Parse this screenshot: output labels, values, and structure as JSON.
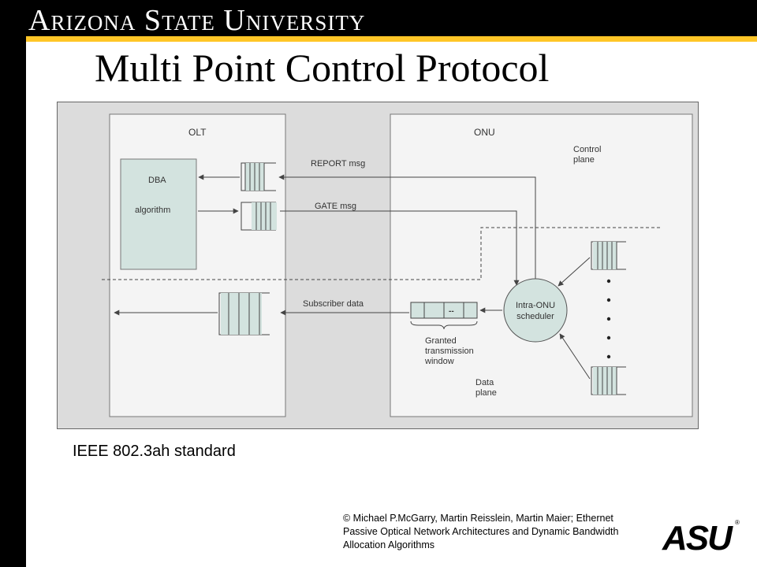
{
  "header": {
    "university_name": "Arizona State University"
  },
  "slide": {
    "title": "Multi Point Control Protocol",
    "standard_note": "IEEE 802.3ah standard",
    "credit_lines": [
      "© Michael P.McGarry, Martin Reisslein, Martin Maier; Ethernet",
      "Passive Optical Network Architectures and Dynamic Bandwidth",
      "Allocation Algorithms"
    ]
  },
  "diagram": {
    "olt_label": "OLT",
    "onu_label": "ONU",
    "dba_line1": "DBA",
    "dba_line2": "algorithm",
    "report_msg": "REPORT msg",
    "gate_msg": "GATE msg",
    "subscriber_data": "Subscriber data",
    "control_plane_line1": "Control",
    "control_plane_line2": "plane",
    "data_plane_line1": "Data",
    "data_plane_line2": "plane",
    "scheduler_line1": "Intra-ONU",
    "scheduler_line2": "scheduler",
    "granted_line1": "Granted",
    "granted_line2": "transmission",
    "granted_line3": "window",
    "granted_slot_mark": "--"
  },
  "logo": {
    "text": "ASU",
    "trademark": "®"
  },
  "colors": {
    "gold": "#ffc627",
    "diagram_background": "#dcdcdc",
    "panel_fill": "#f4f4f4",
    "teal_fill": "#d3e3df"
  }
}
